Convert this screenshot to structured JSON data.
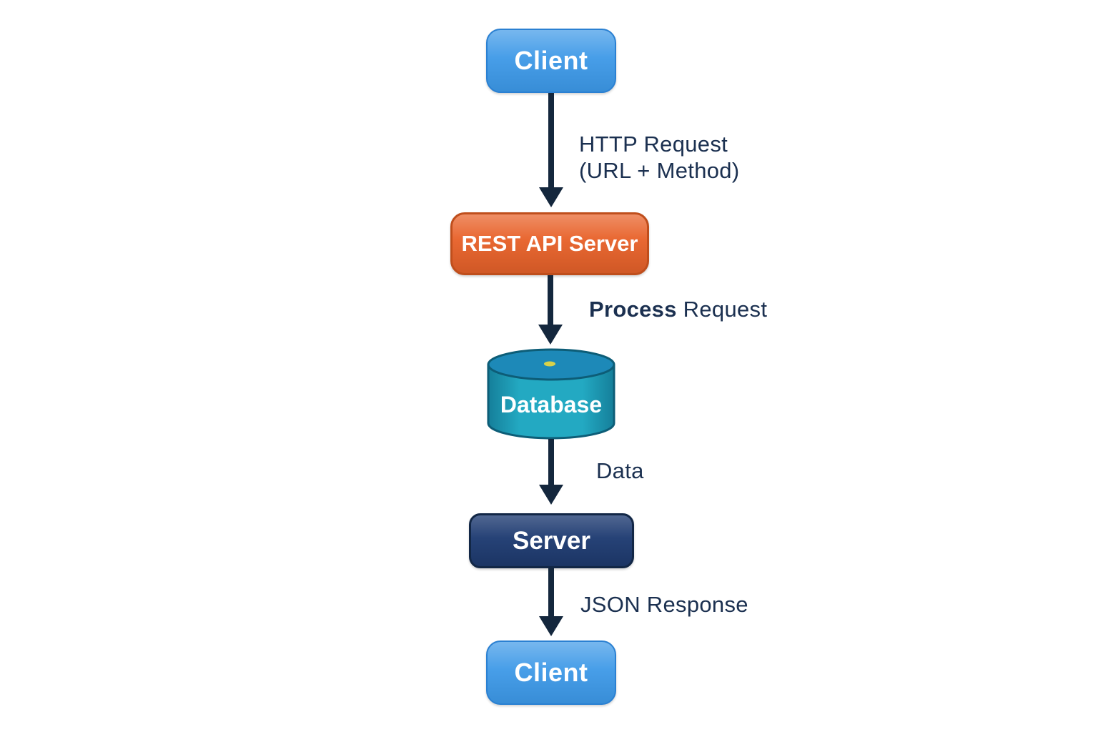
{
  "diagram": {
    "type": "flowchart",
    "direction": "top-down",
    "nodes": [
      {
        "id": "client-top",
        "label": "Client",
        "shape": "rounded-box",
        "color_key": "client_blue"
      },
      {
        "id": "rest-api-server",
        "label": "REST API Server",
        "shape": "rounded-box",
        "color_key": "rest_orange"
      },
      {
        "id": "database",
        "label": "Database",
        "shape": "cylinder",
        "color_key": "database_teal"
      },
      {
        "id": "server",
        "label": "Server",
        "shape": "rounded-box",
        "color_key": "server_navy"
      },
      {
        "id": "client-bottom",
        "label": "Client",
        "shape": "rounded-box",
        "color_key": "client_blue"
      }
    ],
    "edges": [
      {
        "from": "client-top",
        "to": "rest-api-server",
        "label_line1": "HTTP Request",
        "label_line2": "(URL + Method)"
      },
      {
        "from": "rest-api-server",
        "to": "database",
        "label_bold": "Process",
        "label_regular": "Request"
      },
      {
        "from": "database",
        "to": "server",
        "label": "Data"
      },
      {
        "from": "server",
        "to": "client-bottom",
        "label": "JSON Response"
      }
    ],
    "colors": {
      "client_blue": "#3c98e7",
      "rest_orange": "#e8622a",
      "database_teal": "#1f9fb8",
      "database_top": "#1d89b8",
      "database_stroke": "#0d5d77",
      "database_dot_yellow": "#d7d24a",
      "server_navy": "#1f3c72",
      "arrow_navy": "#14273d",
      "label_text": "#1b3050",
      "node_text": "#ffffff",
      "background": "#ffffff"
    }
  }
}
